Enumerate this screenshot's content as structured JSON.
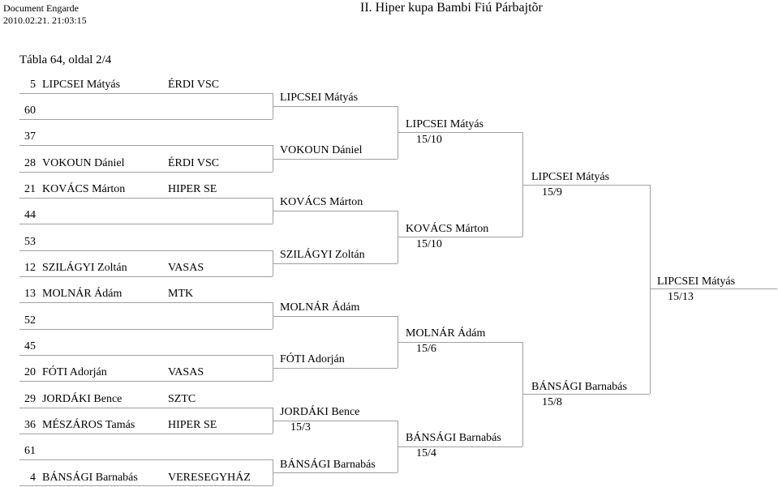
{
  "header": {
    "app": "Document Engarde",
    "timestamp": "2010.02.21. 21:03:15",
    "title": "II. Hiper kupa Bambi Fiú Párbajtõr"
  },
  "table_title": "Tábla 64,   oldal 2/4",
  "round1": [
    {
      "seed": "5",
      "name": "LIPCSEI Mátyás",
      "club": "ÉRDI VSC"
    },
    {
      "seed": "60",
      "name": "",
      "club": ""
    },
    {
      "seed": "37",
      "name": "",
      "club": ""
    },
    {
      "seed": "28",
      "name": "VOKOUN Dániel",
      "club": "ÉRDI VSC"
    },
    {
      "seed": "21",
      "name": "KOVÁCS Márton",
      "club": "HIPER SE"
    },
    {
      "seed": "44",
      "name": "",
      "club": ""
    },
    {
      "seed": "53",
      "name": "",
      "club": ""
    },
    {
      "seed": "12",
      "name": "SZILÁGYI Zoltán",
      "club": "VASAS"
    },
    {
      "seed": "13",
      "name": "MOLNÁR Ádám",
      "club": "MTK"
    },
    {
      "seed": "52",
      "name": "",
      "club": ""
    },
    {
      "seed": "45",
      "name": "",
      "club": ""
    },
    {
      "seed": "20",
      "name": "FÓTI Adorján",
      "club": "VASAS"
    },
    {
      "seed": "29",
      "name": "JORDÁKI Bence",
      "club": "SZTC"
    },
    {
      "seed": "36",
      "name": "MÉSZÁROS Tamás",
      "club": "HIPER SE"
    },
    {
      "seed": "61",
      "name": "",
      "club": ""
    },
    {
      "seed": "4",
      "name": "BÁNSÁGI Barnabás",
      "club": "VERESEGYHÁZ"
    }
  ],
  "round2": [
    {
      "name": "LIPCSEI Mátyás",
      "score": ""
    },
    {
      "name": "VOKOUN Dániel",
      "score": ""
    },
    {
      "name": "KOVÁCS Márton",
      "score": ""
    },
    {
      "name": "SZILÁGYI Zoltán",
      "score": ""
    },
    {
      "name": "MOLNÁR Ádám",
      "score": ""
    },
    {
      "name": "FÓTI Adorján",
      "score": ""
    },
    {
      "name": "JORDÁKI Bence",
      "score": "15/3"
    },
    {
      "name": "BÁNSÁGI Barnabás",
      "score": ""
    }
  ],
  "round3": [
    {
      "name": "LIPCSEI Mátyás",
      "score": "15/10"
    },
    {
      "name": "KOVÁCS Márton",
      "score": "15/10"
    },
    {
      "name": "MOLNÁR Ádám",
      "score": "15/6"
    },
    {
      "name": "BÁNSÁGI Barnabás",
      "score": "15/4"
    }
  ],
  "round4": [
    {
      "name": "LIPCSEI Mátyás",
      "score": "15/9"
    },
    {
      "name": "BÁNSÁGI Barnabás",
      "score": "15/8"
    }
  ],
  "round5": [
    {
      "name": "LIPCSEI Mátyás",
      "score": "15/13"
    }
  ]
}
